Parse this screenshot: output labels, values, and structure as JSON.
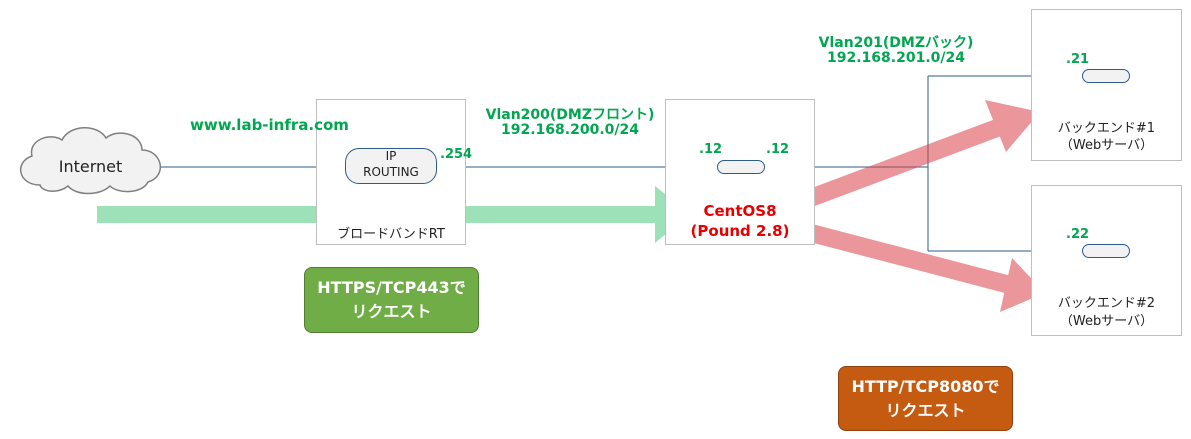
{
  "internet": {
    "label": "Internet"
  },
  "router": {
    "label": "ブロードバンドRT",
    "pill_line1": "IP",
    "pill_line2": "ROUTING",
    "port": ".254",
    "domain": "www.lab-infra.com"
  },
  "vlan200": {
    "name": "Vlan200(DMZフロント)",
    "subnet": "192.168.200.0/24"
  },
  "vlan201": {
    "name": "Vlan201(DMZバック)",
    "subnet": "192.168.201.0/24"
  },
  "proxy": {
    "name": "CentOS8",
    "software": "(Pound 2.8)",
    "port_left": ".12",
    "port_right": ".12"
  },
  "backend1": {
    "name": "バックエンド#1",
    "role": "（Webサーバ）",
    "port": ".21"
  },
  "backend2": {
    "name": "バックエンド#2",
    "role": "（Webサーバ）",
    "port": ".22"
  },
  "badge_https": {
    "line1": "HTTPS/TCP443で",
    "line2": "リクエスト",
    "color": "#70ad47"
  },
  "badge_http": {
    "line1": "HTTP/TCP8080で",
    "line2": "リクエスト",
    "color": "#c55a11"
  }
}
